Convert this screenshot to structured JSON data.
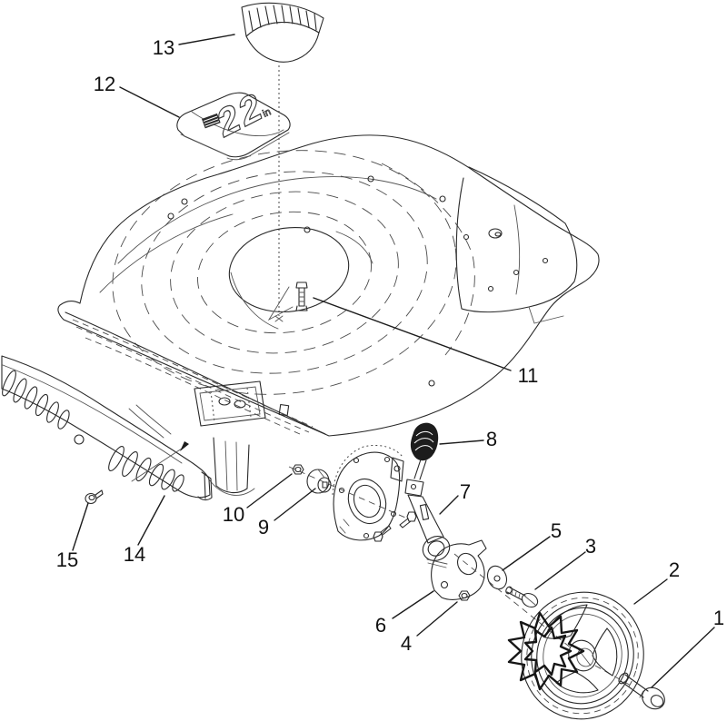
{
  "colors": {
    "line": "#2a2a2a",
    "label": "#111111",
    "background": "#ffffff",
    "dark_fill": "#1c1c1c"
  },
  "decal": {
    "size_text": "22",
    "unit_text": "in",
    "logo_icon": "brand-logo-block"
  },
  "callouts": [
    {
      "number": "1",
      "icon": "shoulder-bolt"
    },
    {
      "number": "2",
      "icon": "wheel"
    },
    {
      "number": "3",
      "icon": "hex-bolt"
    },
    {
      "number": "4",
      "icon": "lock-nut"
    },
    {
      "number": "5",
      "icon": "washer"
    },
    {
      "number": "6",
      "icon": "wheel-arm-plate"
    },
    {
      "number": "7",
      "icon": "height-adjust-lever"
    },
    {
      "number": "8",
      "icon": "adjuster-knob"
    },
    {
      "number": "9",
      "icon": "bushing"
    },
    {
      "number": "10",
      "icon": "flange-nut"
    },
    {
      "number": "11",
      "icon": "center-bolt"
    },
    {
      "number": "12",
      "icon": "size-decal"
    },
    {
      "number": "13",
      "icon": "discharge-cover"
    },
    {
      "number": "14",
      "icon": "front-baffle"
    },
    {
      "number": "15",
      "icon": "baffle-screw"
    }
  ]
}
